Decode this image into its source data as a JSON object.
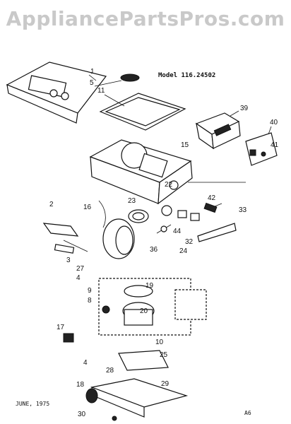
{
  "header": {
    "watermark": "AppliancePartsPros.com",
    "model_label": "Model 116.24502"
  },
  "footer": {
    "date": "JUNE, 1975",
    "page_code": "A6"
  },
  "callouts": [
    "1",
    "5",
    "11",
    "39",
    "40",
    "41",
    "15",
    "42",
    "33",
    "2",
    "16",
    "23",
    "22",
    "44",
    "32",
    "24",
    "36",
    "3",
    "27",
    "4",
    "9",
    "19",
    "8",
    "20",
    "17",
    "10",
    "4",
    "25",
    "28",
    "18",
    "29",
    "30"
  ]
}
